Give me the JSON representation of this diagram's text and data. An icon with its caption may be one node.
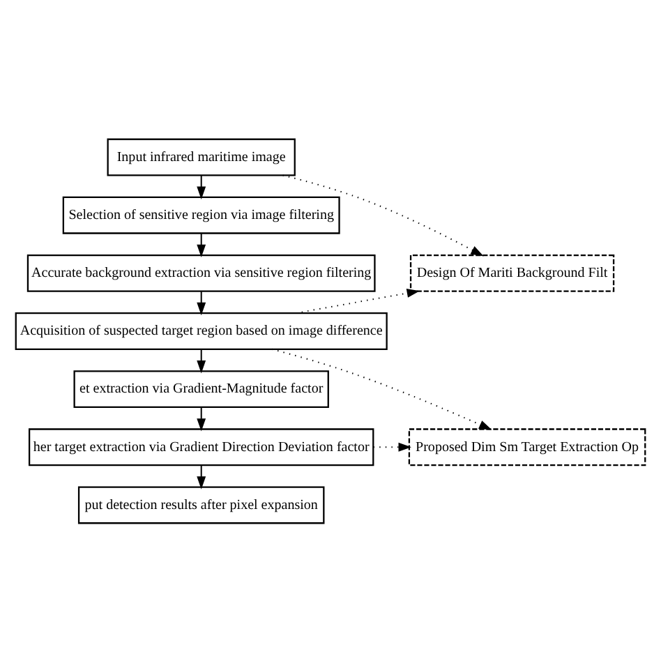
{
  "diagram": {
    "nodes": [
      {
        "text": [
          "Input infrared maritime image"
        ]
      },
      {
        "text": [
          "Selection of sensitive region via image filtering"
        ]
      },
      {
        "text": [
          "Accurate background extraction via sensitive region filtering"
        ]
      },
      {
        "text": [
          "Acquisition of suspected target region based on image difference"
        ]
      },
      {
        "text": [
          "et extraction via Gradient-Magnitude factor"
        ]
      },
      {
        "text": [
          "her target extraction via Gradient Direction Deviation factor"
        ]
      },
      {
        "text": [
          "put detection results after pixel expansion"
        ]
      },
      {
        "text": [
          "Design Of Mariti Background Filt"
        ]
      },
      {
        "text": [
          "Proposed Dim Sm Target Extraction Op"
        ]
      }
    ],
    "edges": [
      {
        "from": 0,
        "to": 1,
        "arrow": "to"
      },
      {
        "from": 1,
        "to": 2,
        "arrow": "to"
      },
      {
        "from": 2,
        "to": 3,
        "arrow": "to"
      },
      {
        "from": 3,
        "to": 4,
        "arrow": "to"
      },
      {
        "from": 4,
        "to": 5,
        "arrow": "to"
      },
      {
        "from": 5,
        "to": 6,
        "arrow": "to"
      },
      {
        "from": 0,
        "to": 7,
        "arrow": "to",
        "style": "dashed"
      },
      {
        "from": 3,
        "to": 7,
        "arrow": "to",
        "style": "dashed"
      },
      {
        "from": 3,
        "to": 8,
        "arrow": "to",
        "style": "dashed"
      },
      {
        "from": 5,
        "to": 8,
        "arrow": "to",
        "style": "dashed"
      }
    ]
  }
}
